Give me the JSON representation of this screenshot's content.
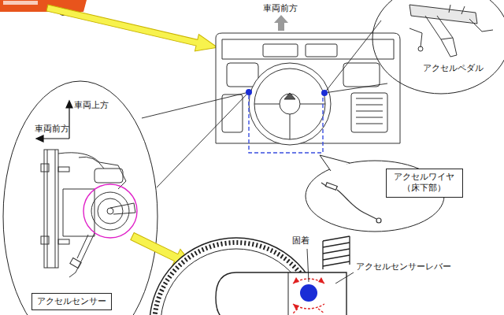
{
  "diagram": {
    "nodes": [
      {
        "text": [
          "アクセルペダル"
        ]
      },
      {
        "text": [
          "アクセルワイヤ （床下部）"
        ]
      },
      {
        "text": [
          "アクセルセンサー"
        ]
      }
    ],
    "labels": [
      "車両前方",
      "車両上方",
      "車両前方",
      "固着",
      "アクセルセンサーレバー"
    ]
  }
}
